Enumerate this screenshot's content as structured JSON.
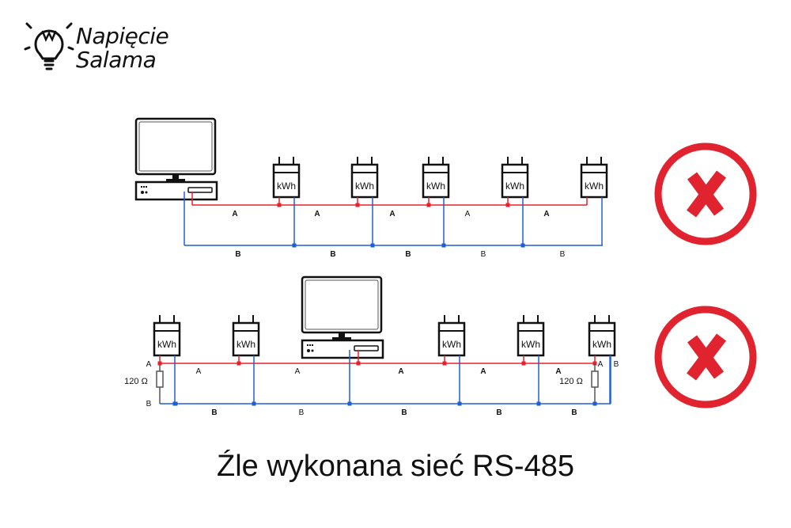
{
  "logo": {
    "line1": "Napięcie",
    "line2": "Salama",
    "icon": "lightbulb-w-icon"
  },
  "caption": "Źle wykonana sieć RS-485",
  "meter_label": "kWh",
  "line_a_label": "A",
  "line_b_label": "B",
  "resistor_label": "120 Ω",
  "colors": {
    "line_a": "#e8202a",
    "line_b": "#1f5fd6",
    "x_mark": "#e0232e",
    "outline": "#111111"
  },
  "diagrams": [
    {
      "name": "master-at-end-no-termination",
      "status": "wrong",
      "meters": 5,
      "a_labels": [
        "A",
        "A",
        "A",
        "A",
        "A"
      ],
      "b_labels": [
        "B",
        "B",
        "B",
        "B",
        "B"
      ]
    },
    {
      "name": "master-in-middle-with-termination",
      "status": "wrong",
      "meters": 5,
      "a_labels": [
        "A",
        "A",
        "A",
        "A",
        "A"
      ],
      "b_labels": [
        "B",
        "B",
        "B",
        "B",
        "B"
      ],
      "termination": [
        "120 Ω",
        "120 Ω"
      ]
    }
  ]
}
